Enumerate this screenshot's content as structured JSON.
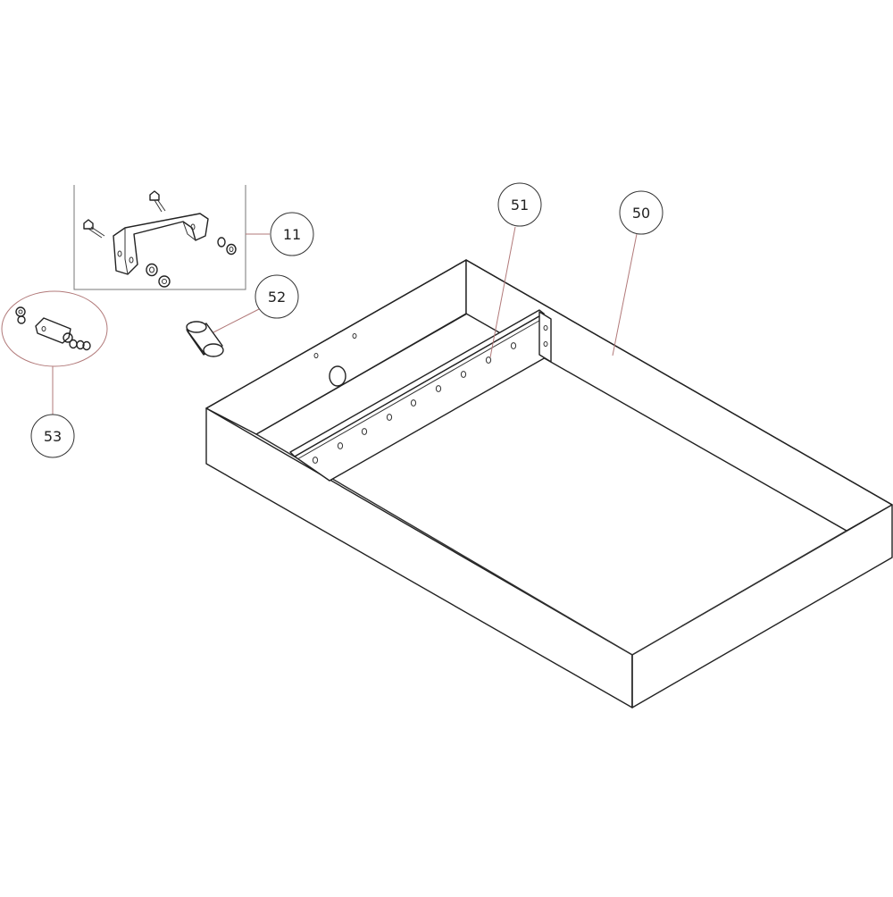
{
  "callouts": {
    "c11": "11",
    "c50": "50",
    "c51": "51",
    "c52": "52",
    "c53": "53"
  },
  "colors": {
    "line": "#222222",
    "leader": "#b27a7a",
    "frame": "#777777"
  }
}
